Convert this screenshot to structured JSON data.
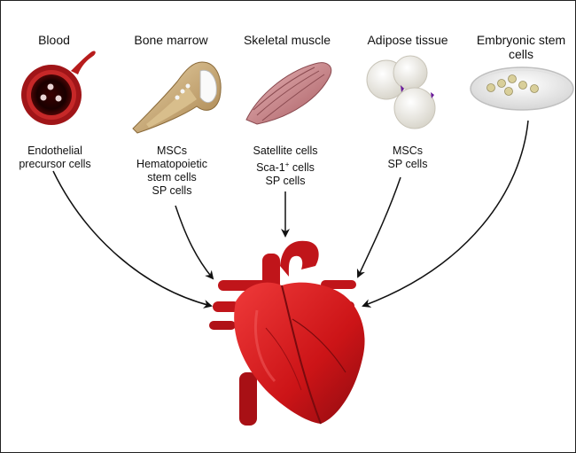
{
  "sources": [
    {
      "id": "blood",
      "title": "Blood",
      "cells": [
        "Endothelial",
        "precursor cells"
      ],
      "icon": "blood-vessel-icon"
    },
    {
      "id": "bone-marrow",
      "title": "Bone marrow",
      "cells": [
        "MSCs",
        "Hematopoietic",
        "stem cells",
        "SP cells"
      ],
      "icon": "bone-icon"
    },
    {
      "id": "skeletal-muscle",
      "title": "Skeletal muscle",
      "cells": [
        "Satellite cells",
        "Sca-1",
        "SP cells"
      ],
      "sca_suffix": "cells",
      "sca_superscript": "+",
      "icon": "muscle-icon"
    },
    {
      "id": "adipose-tissue",
      "title": "Adipose tissue",
      "cells": [
        "MSCs",
        "SP cells"
      ],
      "icon": "fat-cells-icon"
    },
    {
      "id": "embryonic-stem-cells",
      "title": "Embryonic stem",
      "title_line2": "cells",
      "cells": [],
      "icon": "petri-dish-icon"
    }
  ],
  "target": {
    "icon": "heart-icon"
  },
  "colors": {
    "blood": "#b71c1c",
    "heart": "#d0171d",
    "heart_dark": "#8e0b10",
    "bone": "#c9a46a",
    "muscle": "#c98a8f",
    "fat": "#f4f1ea",
    "arrow": "#111111"
  }
}
